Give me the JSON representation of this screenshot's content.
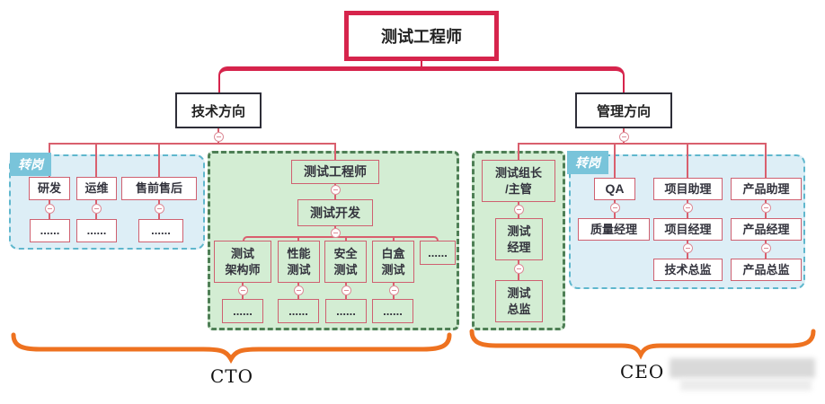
{
  "root_label": "测试工程师",
  "directions": {
    "tech": "技术方向",
    "mgmt": "管理方向"
  },
  "transfer_left": {
    "tag": "转岗",
    "items": [
      {
        "label": "研发",
        "child": "......"
      },
      {
        "label": "运维",
        "child": "......"
      },
      {
        "label": "售前售后",
        "child": "......"
      }
    ]
  },
  "tech_path": {
    "level1": "测试工程师",
    "level2": "测试开发",
    "specialties": [
      {
        "label": "测试\n架构师",
        "child": "......"
      },
      {
        "label": "性能\n测试",
        "child": "......"
      },
      {
        "label": "安全\n测试",
        "child": "......"
      },
      {
        "label": "白盒\n测试",
        "child": "......"
      },
      {
        "label": "......"
      }
    ]
  },
  "mgmt_path": {
    "levels": [
      "测试组长\n/主管",
      "测试\n经理",
      "测试\n总监"
    ]
  },
  "transfer_right": {
    "tag": "转岗",
    "columns": [
      {
        "levels": [
          "QA",
          "质量经理"
        ]
      },
      {
        "levels": [
          "项目助理",
          "项目经理",
          "技术总监"
        ]
      },
      {
        "levels": [
          "产品助理",
          "产品经理",
          "产品总监"
        ]
      }
    ]
  },
  "footer": {
    "left": "CTO",
    "right": "CEO"
  },
  "colors": {
    "main_line": "#d6244c",
    "branch_line": "#d95f6e",
    "node_border": "#cf6070",
    "green_bg": "#d3edd3",
    "green_border": "#4e7f55",
    "teal_bg": "#ddeef6",
    "teal_border": "#5fb7cd",
    "tag_bg": "#79c4da",
    "brace": "#ee7220"
  }
}
